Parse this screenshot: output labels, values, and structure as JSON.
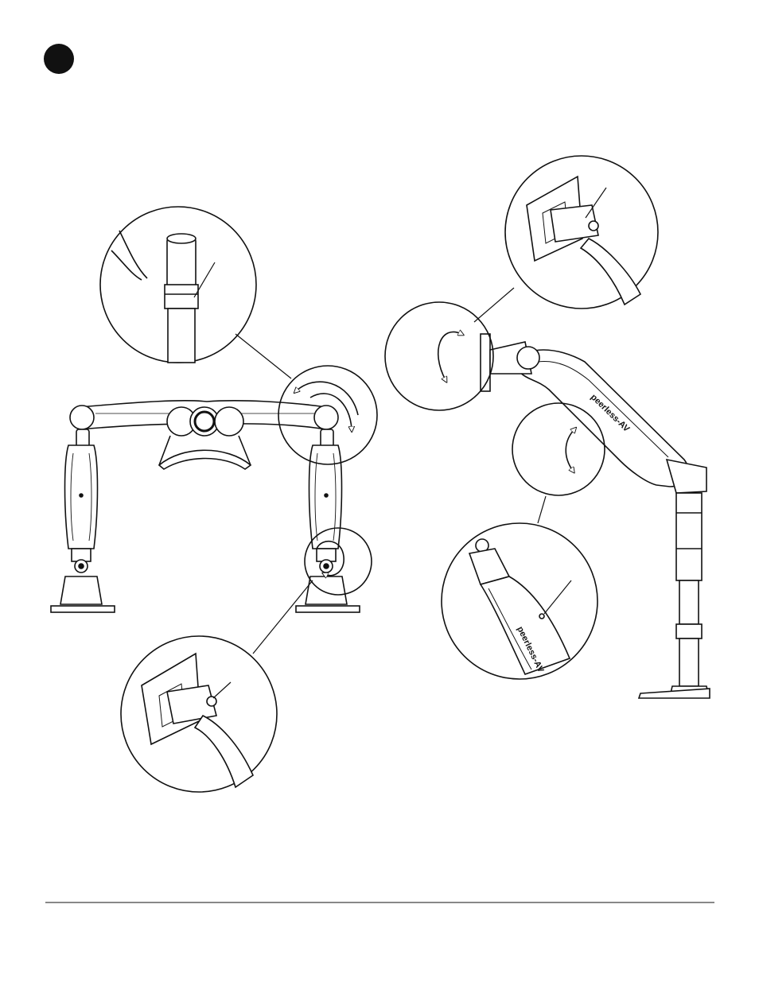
{
  "step_badge": {
    "color": "#111111"
  },
  "arm_brand_label": "peerless-AV",
  "detail_brand_label": "peerless-AV",
  "colors": {
    "line": "#111111",
    "background": "#ffffff",
    "shading": "#8a8a8a"
  },
  "icons": [
    "step-number-badge",
    "rotate-arrows-icon",
    "swivel-arrows-icon",
    "tilt-arrows-icon",
    "height-adjust-icon"
  ]
}
